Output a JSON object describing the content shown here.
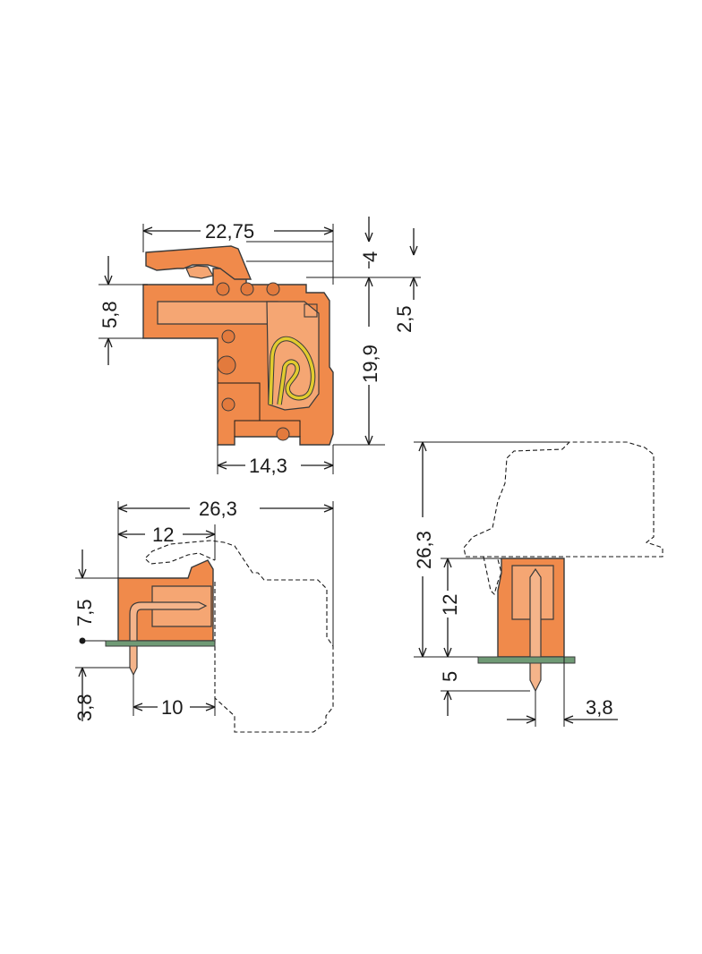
{
  "top_view": {
    "dim_width": "22,75",
    "dim_height": "19,9",
    "dim_base_width": "14,3",
    "dim_left_step": "5,8",
    "dim_top_small": "4",
    "dim_right_small": "2,5"
  },
  "side_view": {
    "dim_total_length": "26,3",
    "dim_upper_length": "12",
    "dim_lower_length": "10",
    "dim_height": "7,5",
    "dim_pin": "3,8"
  },
  "front_view": {
    "dim_total_height": "26,3",
    "dim_body_height": "12",
    "dim_pin_length": "5",
    "dim_pin_offset": "3,8"
  },
  "colors": {
    "housing": "#f08a4b",
    "pcb": "#6f9a75",
    "spring": "#e2cb2f"
  }
}
